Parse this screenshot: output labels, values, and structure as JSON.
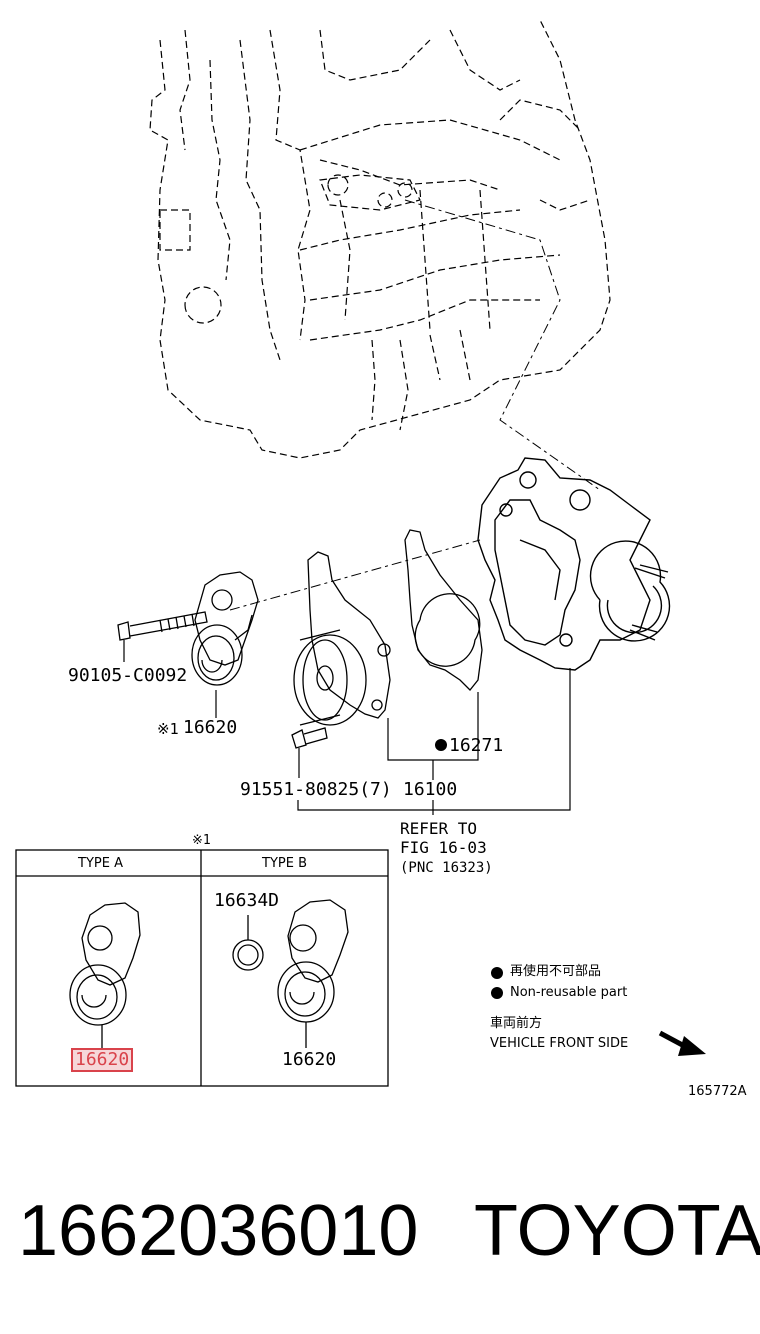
{
  "labels": {
    "bolt_left": "90105-C0092",
    "tensioner_main": "16620",
    "tensioner_mark": "※1",
    "gasket": "16271",
    "bolt_right": "91551-80825(7)",
    "water_pump": "16100",
    "refer_line1": "REFER TO",
    "refer_line2": "FIG 16-03",
    "refer_line3": "(PNC 16323)"
  },
  "inset": {
    "mark": "※1",
    "type_a": "TYPE A",
    "type_b": "TYPE B",
    "a_part": "16620",
    "b_cap": "16634D",
    "b_part": "16620"
  },
  "legend": {
    "jp": "再使用不可部品",
    "en": "Non-reusable part",
    "front_jp": "車両前方",
    "front_en": "VEHICLE FRONT SIDE"
  },
  "figure_id": "165772A",
  "footer": {
    "part_number": "1662036010",
    "brand": "TOYOTA"
  },
  "colors": {
    "line": "#000000",
    "highlight_border": "#d9434b",
    "highlight_fill": "#f6d7d9"
  }
}
